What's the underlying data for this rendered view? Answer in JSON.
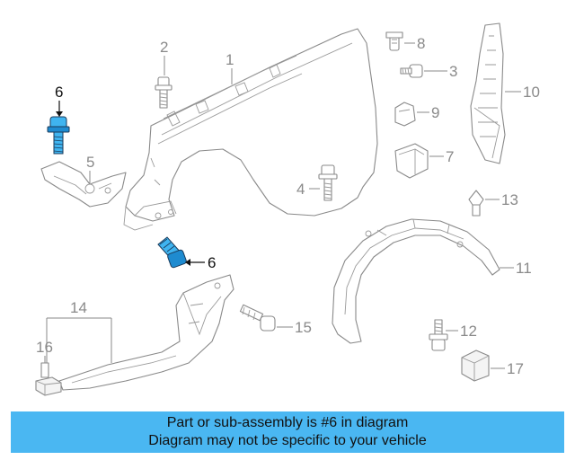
{
  "callouts": {
    "c1": "1",
    "c2": "2",
    "c3": "3",
    "c4": "4",
    "c5": "5",
    "c6a": "6",
    "c6b": "6",
    "c7": "7",
    "c8": "8",
    "c9": "9",
    "c10": "10",
    "c11": "11",
    "c12": "12",
    "c13": "13",
    "c14": "14",
    "c15": "15",
    "c16": "16",
    "c17": "17"
  },
  "info": {
    "line1": "Part or sub-assembly is #6 in diagram",
    "line2": "Diagram may not be specific to your vehicle"
  },
  "colors": {
    "banner": "#4ab7f2",
    "highlight_part": "#3fb4f0",
    "line_art": "#8a8a8a"
  }
}
